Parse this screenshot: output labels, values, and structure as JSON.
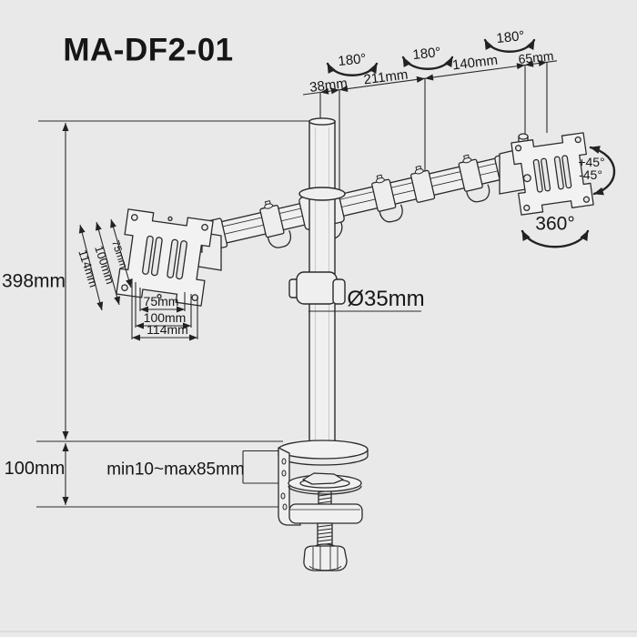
{
  "title": "MA-DF2-01",
  "colors": {
    "background": "#e9e9e9",
    "line": "#222222",
    "text": "#161616"
  },
  "dimensions": {
    "arm": {
      "seg1": "38mm",
      "seg2": "211mm",
      "seg3": "140mm",
      "seg4": "65mm"
    },
    "pole": {
      "height": "398mm",
      "diameter": "Ø35mm"
    },
    "clamp": {
      "height": "100mm",
      "range": "min10~max85mm"
    },
    "vesa": {
      "diag1": "114mm",
      "diag2": "100mm",
      "diag3": "75mm",
      "bottom1": "75mm",
      "bottom2": "100mm",
      "bottom3": "114mm"
    }
  },
  "rotation": {
    "arm1": "180°",
    "arm2": "180°",
    "arm3": "180°",
    "tilt_up": "+45°",
    "tilt_down": "-45°",
    "swivel": "360°"
  }
}
